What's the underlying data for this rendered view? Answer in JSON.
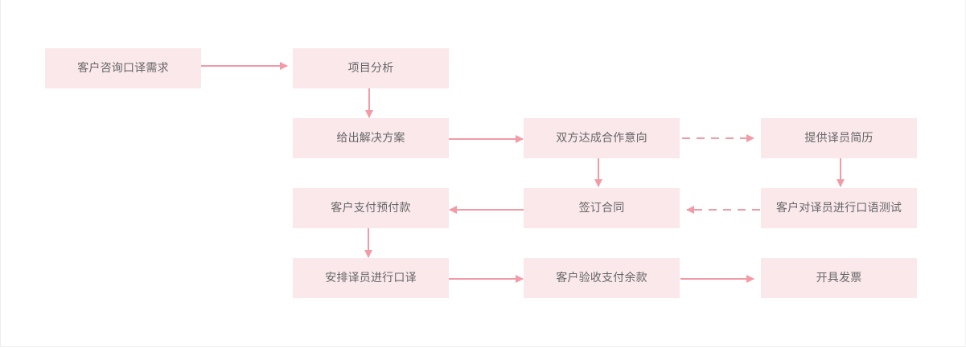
{
  "colors": {
    "box_fill": "#fae8eb",
    "arrow": "#f29aa6",
    "text": "#666666"
  },
  "nodes": {
    "consult": "客户咨询口译需求",
    "analysis": "项目分析",
    "solution": "给出解决方案",
    "intent": "双方达成合作意向",
    "resume": "提供译员简历",
    "contract": "签订合同",
    "test": "客户对译员进行口语测试",
    "prepay": "客户支付预付款",
    "arrange": "安排译员进行口译",
    "accept": "客户验收支付余款",
    "invoice": "开具发票"
  },
  "edges": [
    {
      "from": "consult",
      "to": "analysis",
      "style": "solid"
    },
    {
      "from": "analysis",
      "to": "solution",
      "style": "solid"
    },
    {
      "from": "solution",
      "to": "intent",
      "style": "solid"
    },
    {
      "from": "intent",
      "to": "resume",
      "style": "dashed"
    },
    {
      "from": "resume",
      "to": "test",
      "style": "solid"
    },
    {
      "from": "test",
      "to": "contract",
      "style": "dashed"
    },
    {
      "from": "intent",
      "to": "contract",
      "style": "solid"
    },
    {
      "from": "contract",
      "to": "prepay",
      "style": "solid"
    },
    {
      "from": "prepay",
      "to": "arrange",
      "style": "solid"
    },
    {
      "from": "arrange",
      "to": "accept",
      "style": "solid"
    },
    {
      "from": "accept",
      "to": "invoice",
      "style": "solid"
    }
  ]
}
